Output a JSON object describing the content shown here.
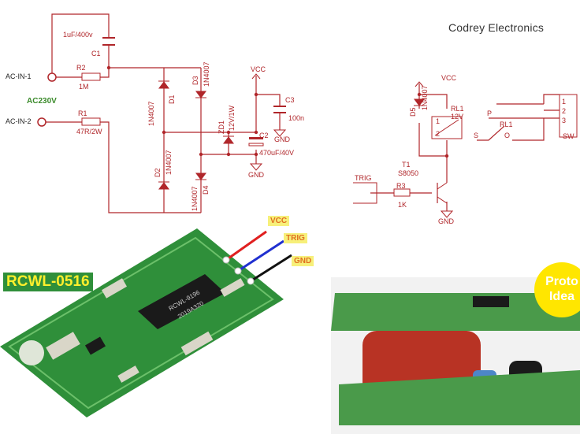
{
  "brand": "Codrey Electronics",
  "schematic": {
    "ac_in_1": "AC-IN-1",
    "ac_in_2": "AC-IN-2",
    "ac_voltage": "AC230V",
    "c1_name": "C1",
    "c1_value": "1uF/400v",
    "r2_name": "R2",
    "r2_value": "1M",
    "r1_name": "R1",
    "r1_value": "47R/2W",
    "d1_name": "D1",
    "d1_value": "1N4007",
    "d2_name": "D2",
    "d2_value": "1N4007",
    "d3_name": "D3",
    "d3_value": "1N4007",
    "d4_name": "D4",
    "d4_value": "1N4007",
    "zd1_name": "ZD1",
    "zd1_value": "12V/1W",
    "c2_name": "C2",
    "c2_value": "470uF/40V",
    "c3_name": "C3",
    "c3_value": "100n",
    "vcc_1": "VCC",
    "gnd_1": "GND",
    "gnd_2": "GND",
    "vcc_2": "VCC",
    "d5_name": "D5",
    "d5_value": "1N4007",
    "rl1_name": "RL1",
    "rl1_value": "12V",
    "rl1_contact_name": "RL1",
    "relay_pin_1": "1",
    "relay_pin_2": "2",
    "contact_s": "S",
    "contact_p": "P",
    "contact_o": "O",
    "t1_name": "T1",
    "t1_value": "S8050",
    "r3_name": "R3",
    "r3_value": "1K",
    "trig": "TRIG",
    "gnd_3": "GND",
    "sw_name": "SW",
    "sw_pin_1": "1",
    "sw_pin_2": "2",
    "sw_pin_3": "3"
  },
  "module": {
    "name": "RCWL-0516",
    "wire_vcc": "VCC",
    "wire_trig": "TRIG",
    "wire_gnd": "GND",
    "chip_text_1": "RCWL-9196",
    "chip_text_2": "2019A320"
  },
  "photo": {
    "badge_line_1": "Proto",
    "badge_line_2": "Idea"
  },
  "colors": {
    "schematic_line": "#b0262a",
    "pcb_green": "#2f8f3a",
    "wire_red": "#e02020",
    "wire_blue": "#2030d0",
    "wire_black": "#111111",
    "label_yellow": "#f7f07a",
    "badge_yellow": "#ffe600"
  }
}
